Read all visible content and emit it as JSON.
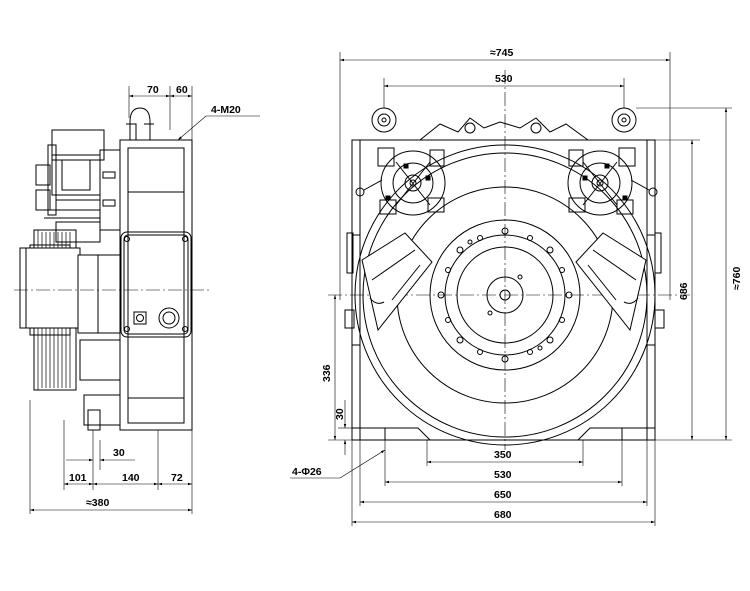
{
  "side_view": {
    "dims": {
      "top_70": "70",
      "top_60": "60",
      "thread": "4-M20",
      "d_30": "30",
      "d_101": "101",
      "d_140": "140",
      "d_72": "72",
      "overall_380": "≈380"
    }
  },
  "front_view": {
    "dims": {
      "overall_745": "≈745",
      "top_530": "530",
      "height_760": "≈760",
      "height_686": "686",
      "d_336": "336",
      "d_30": "30",
      "holes": "4-Φ26",
      "b_350": "350",
      "b_530": "530",
      "b_650": "650",
      "b_680": "680"
    }
  }
}
